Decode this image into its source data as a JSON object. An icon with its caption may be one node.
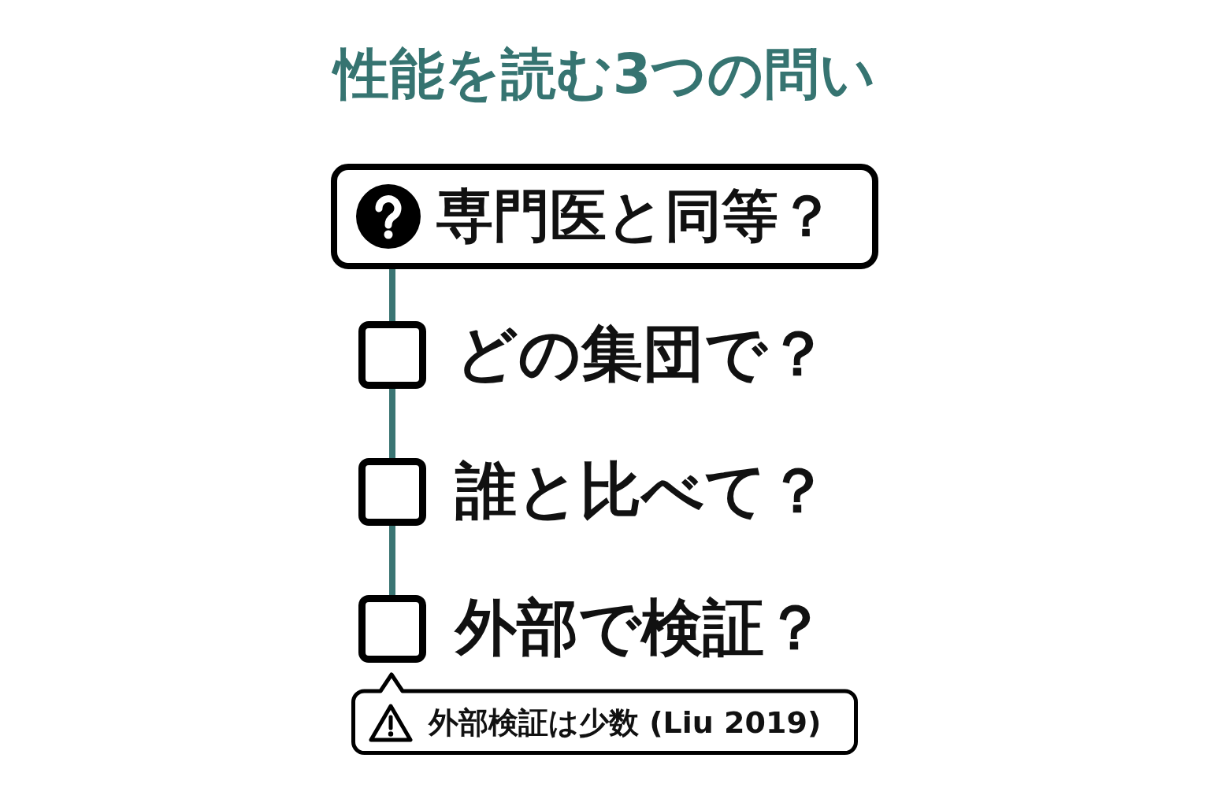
{
  "diagram": {
    "title": "性能を読む3つの問い",
    "nodes": [
      {
        "text": [
          "専門医と同等？"
        ]
      },
      {
        "text": [],
        "shape": "box",
        "beside": [
          "どの集団で？"
        ]
      },
      {
        "text": [],
        "shape": "box",
        "beside": [
          "誰と比べて？"
        ]
      },
      {
        "text": [],
        "shape": "box",
        "beside": [
          "外部で検証？"
        ]
      },
      {
        "text": [
          "外部検証は少数 (Liu 2019)"
        ]
      }
    ],
    "edges": [
      {
        "from": 0,
        "to": 1,
        "arrow": "none"
      },
      {
        "from": 1,
        "to": 2,
        "arrow": "none"
      },
      {
        "from": 2,
        "to": 3,
        "arrow": "none"
      }
    ]
  }
}
